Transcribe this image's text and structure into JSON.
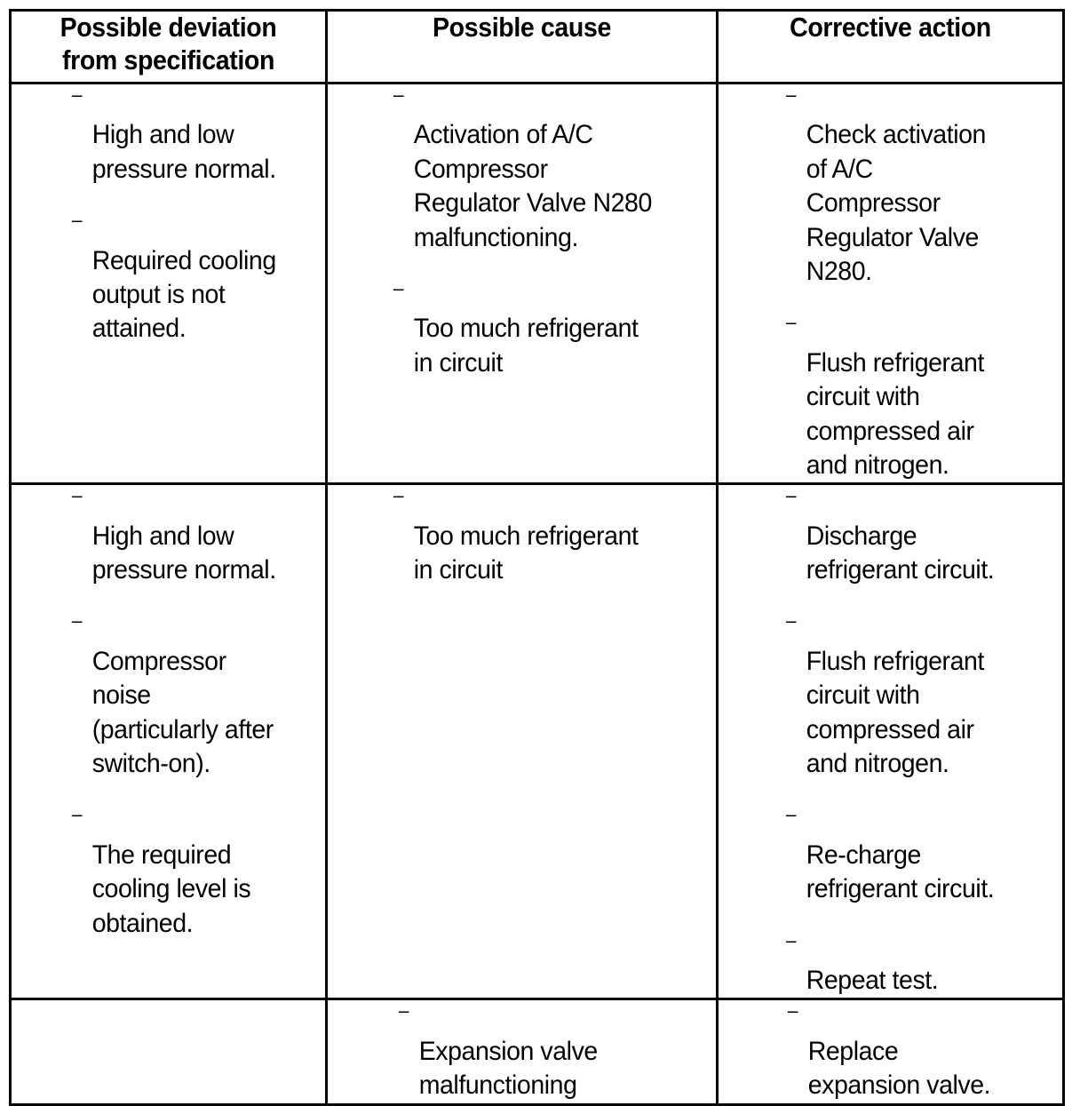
{
  "document": {
    "kind": "troubleshooting-table",
    "background_color": "#ffffff",
    "text_color": "#000000",
    "border_color": "#000000"
  },
  "table": {
    "headers": [
      "Possible deviation\nfrom specification",
      "Possible cause",
      "Corrective action"
    ],
    "rows": [
      {
        "deviation": [
          "High and low\npressure normal.",
          "Required cooling\noutput is not\nattained."
        ],
        "cause": [
          "Activation of A/C\nCompressor\nRegulator Valve N280\nmalfunctioning.",
          "Too much refrigerant\nin circuit"
        ],
        "action": [
          "Check activation\nof A/C\nCompressor\nRegulator Valve\nN280.",
          "Flush refrigerant\ncircuit with\ncompressed air\nand nitrogen."
        ]
      },
      {
        "deviation": [
          "High and low\npressure normal.",
          "Compressor\nnoise\n(particularly after\nswitch-on).",
          "The required\ncooling level is\nobtained."
        ],
        "cause": [
          "Too much refrigerant\nin circuit"
        ],
        "action": [
          "Discharge\nrefrigerant circuit.",
          "Flush refrigerant\ncircuit with\ncompressed air\nand nitrogen.",
          "Re-charge\nrefrigerant circuit.",
          "Repeat test."
        ]
      },
      {
        "deviation": [],
        "cause": [
          "Expansion valve\nmalfunctioning"
        ],
        "action": [
          "Replace\nexpansion valve."
        ]
      }
    ]
  }
}
